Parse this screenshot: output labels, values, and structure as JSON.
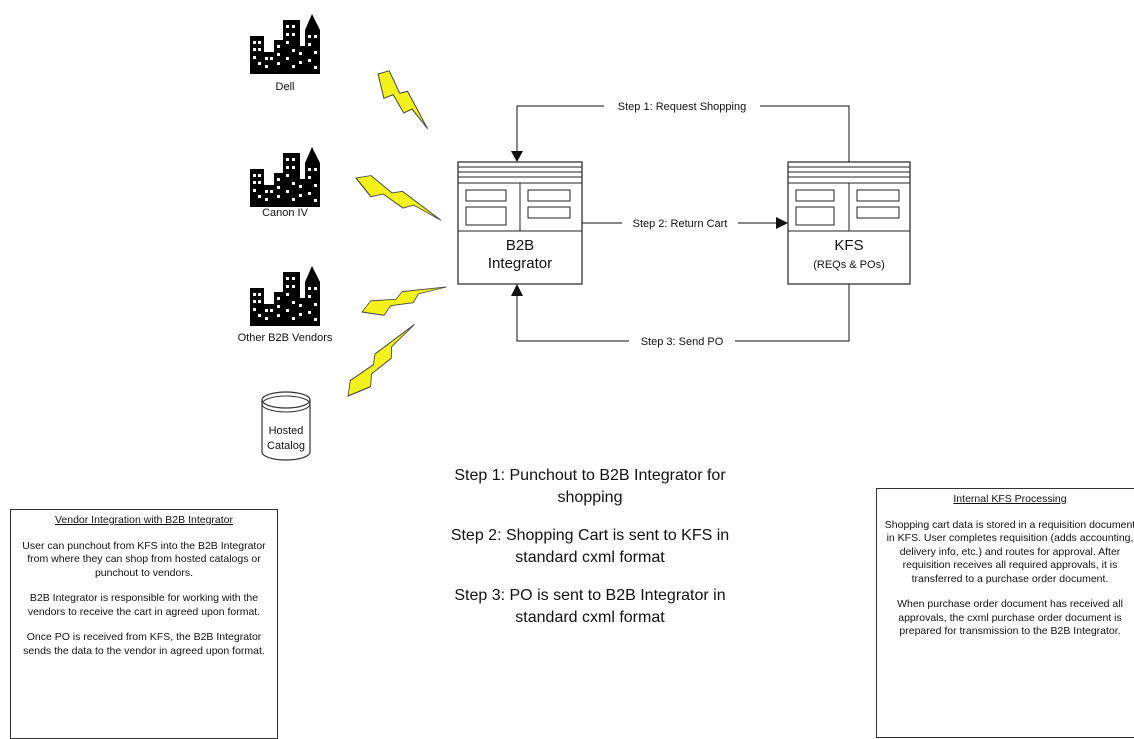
{
  "vendors": [
    {
      "name": "Dell"
    },
    {
      "name": "Canon IV"
    },
    {
      "name": "Other B2B Vendors"
    }
  ],
  "catalog": {
    "line1": "Hosted",
    "line2": "Catalog"
  },
  "integrator": {
    "line1": "B2B",
    "line2": "Integrator"
  },
  "kfs": {
    "title": "KFS",
    "subtitle": "(REQs & POs)"
  },
  "arrows": {
    "step1": "Step 1: Request Shopping",
    "step2": "Step 2: Return Cart",
    "step3": "Step 3: Send PO"
  },
  "steps": [
    "Step 1:  Punchout to B2B Integrator for shopping",
    "Step 2:  Shopping Cart is sent to KFS in standard cxml format",
    "Step 3:  PO is sent to B2B Integrator in standard cxml format"
  ],
  "left_note": {
    "title": "Vendor Integration with B2B Integrator",
    "p1": "User can punchout from KFS into the B2B Integrator from where they can shop from hosted catalogs or punchout to vendors.",
    "p2": "B2B Integrator is responsible for working with the vendors to receive the cart in agreed upon format.",
    "p3": "Once PO is received from KFS, the B2B Integrator sends the data to the vendor in agreed upon format."
  },
  "right_note": {
    "title": "Internal KFS Processing",
    "p1": "Shopping cart data is stored in a requisition document in KFS.  User completes requisition (adds accounting, delivery info, etc.) and routes for approval.  After requisition receives all required approvals, it is transferred to a purchase order document.",
    "p2": "When purchase order document has received all approvals, the cxml purchase order document is prepared for transmission to the B2B Integrator."
  },
  "colors": {
    "lightning": "#f2f21a",
    "lightning_outline": "#444444",
    "building": "#000000",
    "line": "#111111"
  },
  "icons": {
    "vendor": "city-buildings-icon",
    "catalog": "database-cylinder-icon",
    "link": "lightning-bolt-icon"
  }
}
